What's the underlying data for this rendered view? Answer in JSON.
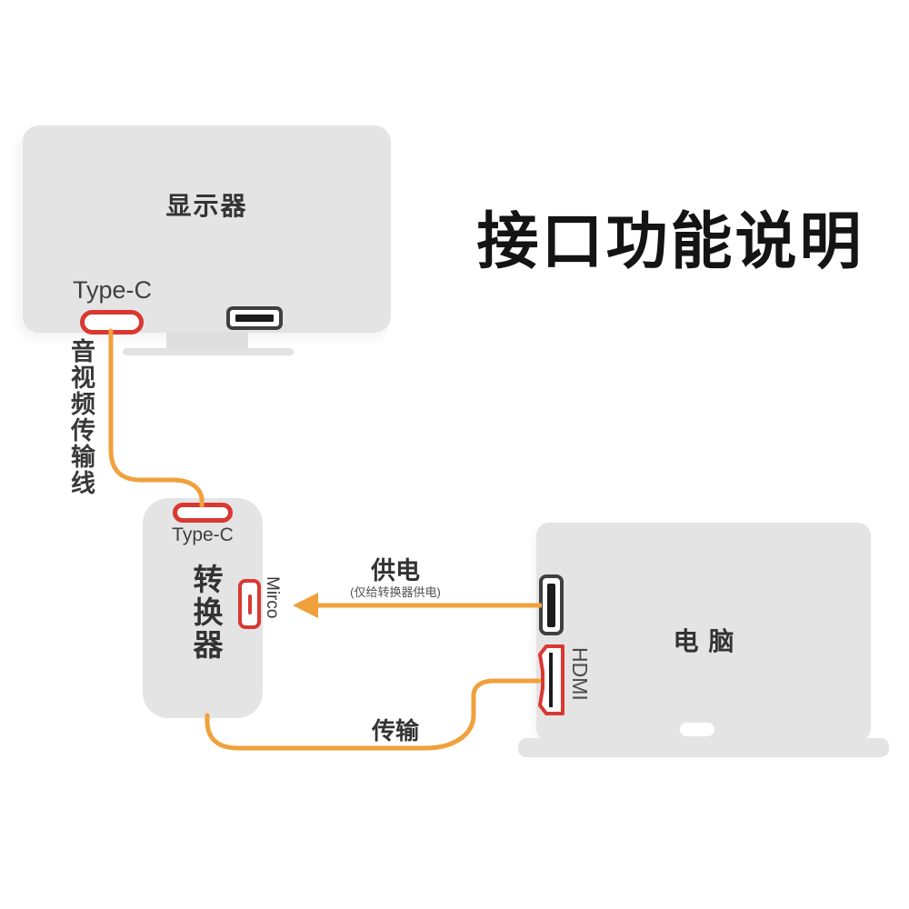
{
  "title": "接口功能说明",
  "monitor": {
    "label": "显示器",
    "typec_port_label": "Type-C"
  },
  "av_cable": {
    "label": "音视频传输线"
  },
  "converter": {
    "label": "转换器",
    "typec_port_label": "Type-C",
    "micro_port_label": "Mirco"
  },
  "power_link": {
    "label": "供电",
    "note": "(仅给转换器供电)"
  },
  "transfer_link": {
    "label": "传输"
  },
  "computer": {
    "label": "电脑",
    "hdmi_port_label": "HDMI"
  },
  "colors": {
    "accent_orange": "#F0A13C",
    "port_red": "#D93832",
    "device_gray": "#E4E4E4",
    "stand_gray": "#DEDEDE",
    "outline_dark": "#3F3F3F",
    "text_dark": "#333333",
    "title_black": "#141414"
  }
}
